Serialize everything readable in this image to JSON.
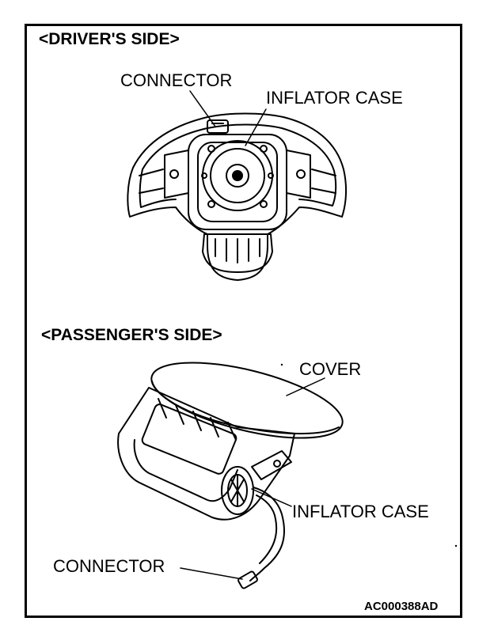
{
  "driver": {
    "heading": "<DRIVER'S SIDE>",
    "connector_label": "CONNECTOR",
    "inflator_label": "INFLATOR CASE"
  },
  "passenger": {
    "heading": "<PASSENGER'S SIDE>",
    "cover_label": "COVER",
    "inflator_label": "INFLATOR CASE",
    "connector_label": "CONNECTOR"
  },
  "figure_code": "AC000388AD"
}
